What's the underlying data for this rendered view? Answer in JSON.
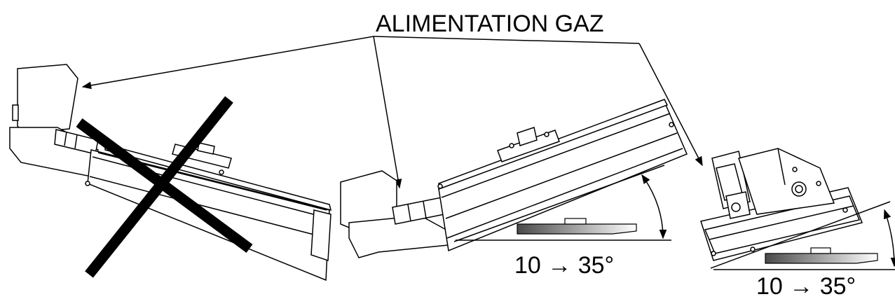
{
  "figure": {
    "callout_label": "ALIMENTATION GAZ",
    "angle_labels": [
      "10 → 35°",
      "10 → 35°"
    ],
    "views": [
      {
        "name": "incorrect-mounting",
        "crossed_out": true
      },
      {
        "name": "correct-mounting-side-view",
        "crossed_out": false
      },
      {
        "name": "correct-mounting-end-view",
        "crossed_out": false
      }
    ],
    "colors": {
      "ink": "#000000",
      "gradient_dark": "#555555",
      "gradient_light": "#ffffff"
    }
  }
}
